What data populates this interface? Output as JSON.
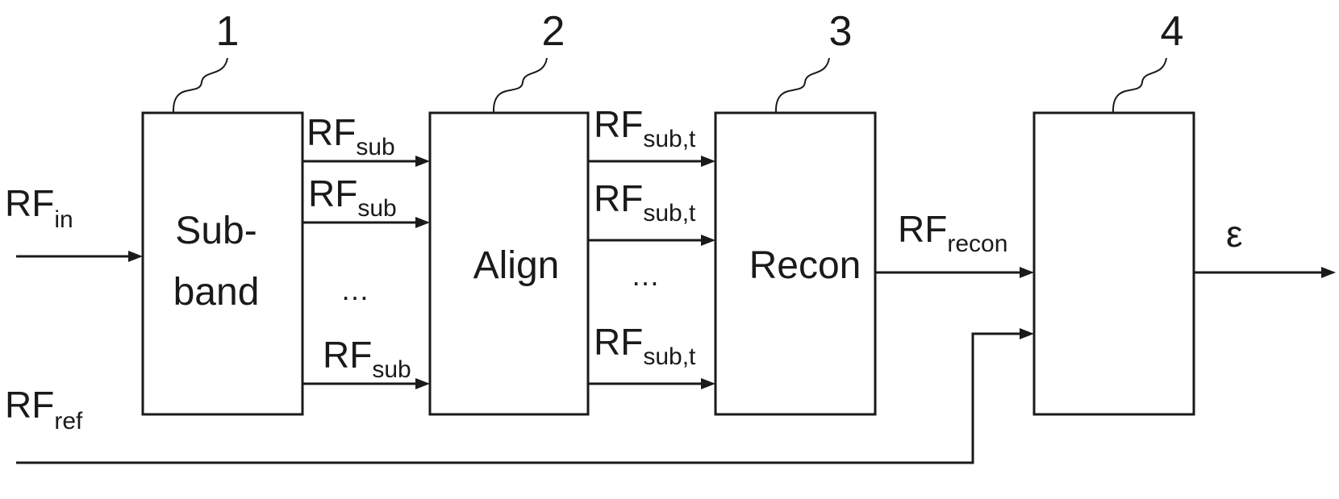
{
  "blocks": [
    {
      "number": "1",
      "label_lines": [
        "Sub-",
        "band"
      ]
    },
    {
      "number": "2",
      "label_lines": [
        "Align"
      ]
    },
    {
      "number": "3",
      "label_lines": [
        "Recon"
      ]
    },
    {
      "number": "4",
      "label_lines": []
    }
  ],
  "signals": {
    "rf_in": {
      "base": "RF",
      "sub": "in"
    },
    "rf_ref": {
      "base": "RF",
      "sub": "ref"
    },
    "rf_sub": {
      "base": "RF",
      "sub": "sub"
    },
    "rf_sub_t": {
      "base": "RF",
      "sub": "sub,t"
    },
    "rf_recon": {
      "base": "RF",
      "sub": "recon"
    },
    "epsilon": "ε",
    "ellipsis": "…"
  }
}
